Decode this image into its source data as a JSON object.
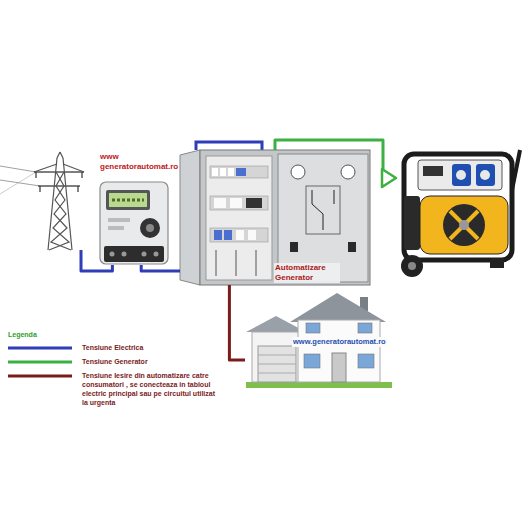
{
  "diagram": {
    "nodes": [
      {
        "text": []
      },
      {
        "text": []
      },
      {
        "text": [
          "Automatizare Generator"
        ]
      },
      {
        "text": []
      },
      {
        "text": [
          "www.generatorautomat.ro"
        ]
      }
    ],
    "edges": [
      {
        "from": 0,
        "to": 1,
        "arrow": "none"
      },
      {
        "from": 1,
        "to": 2,
        "arrow": "none"
      },
      {
        "from": 2,
        "to": 3,
        "arrow": "to"
      },
      {
        "from": 2,
        "to": 4,
        "arrow": "none"
      }
    ],
    "labels": [
      "www generatorautomat.ro",
      "Legenda"
    ],
    "legend": [
      {
        "text": "Tensiune Electrica"
      },
      {
        "text": "Tensiune Generator"
      },
      {
        "text": "Tensiune Iesire din automatizare catre consumatori , se conecteaza in tabloul electric principal sau pe circuitul utilizat la urgenta"
      }
    ]
  }
}
